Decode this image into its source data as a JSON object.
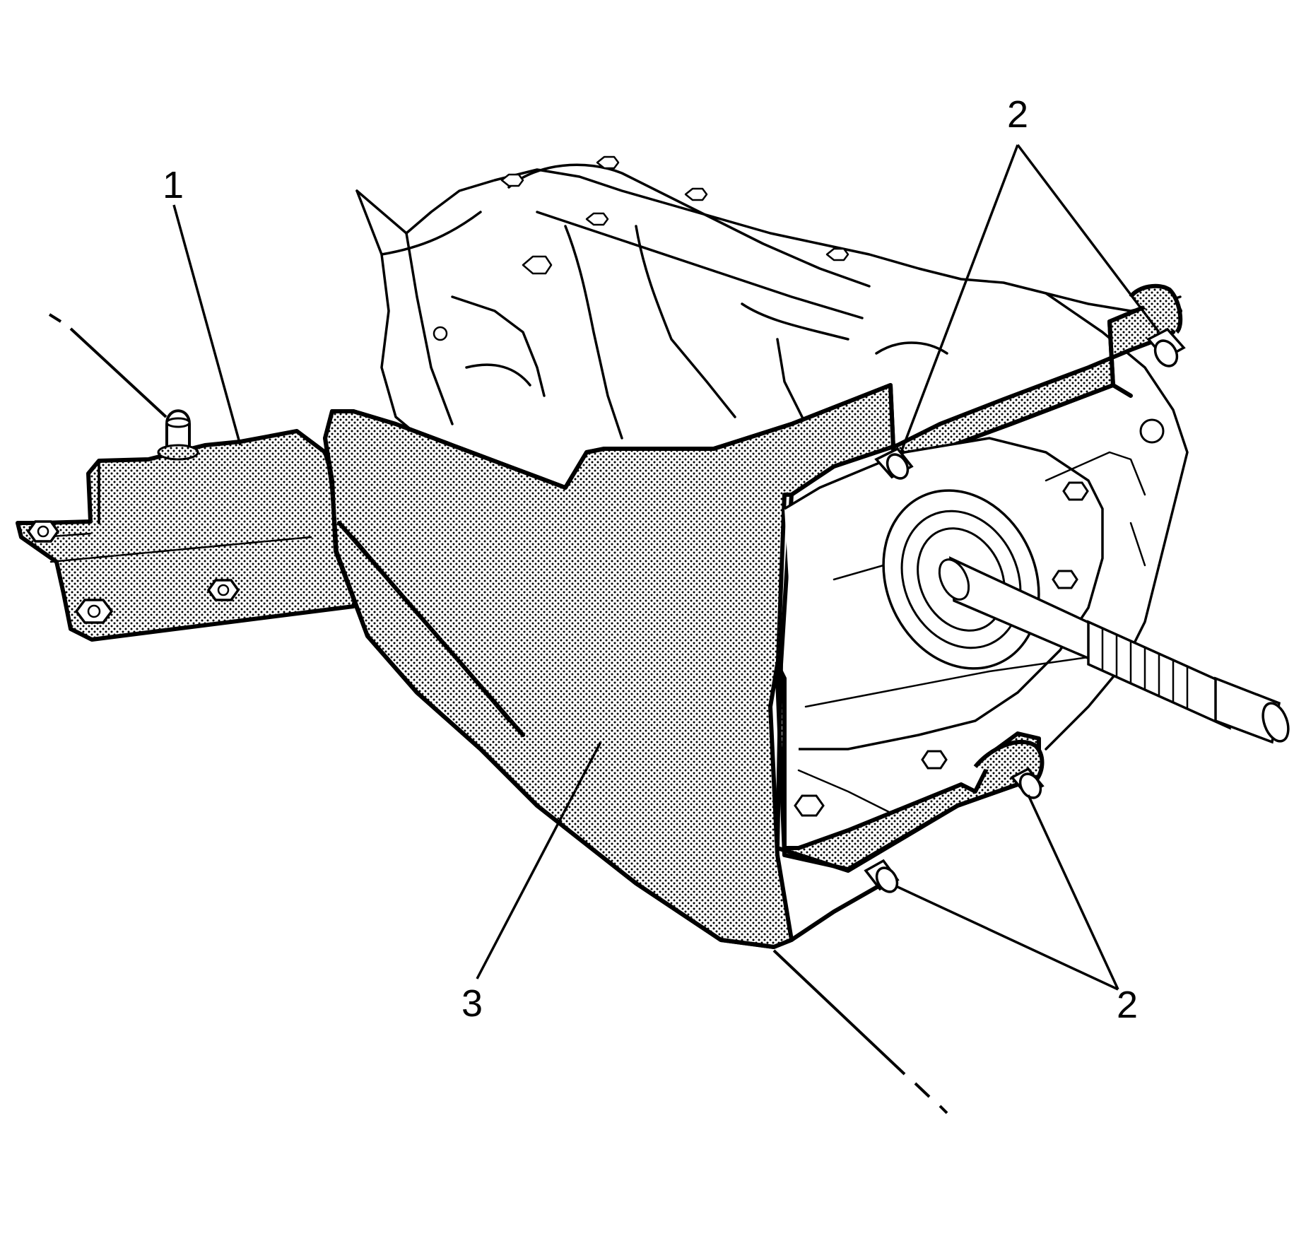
{
  "figure": {
    "callouts": [
      {
        "id": "callout-1",
        "text": "1"
      },
      {
        "id": "callout-2-top",
        "text": "2"
      },
      {
        "id": "callout-2-bottom",
        "text": "2"
      },
      {
        "id": "callout-3",
        "text": "3"
      }
    ],
    "colors": {
      "ink": "#000000",
      "background": "#ffffff",
      "stipple": "#000000"
    }
  }
}
